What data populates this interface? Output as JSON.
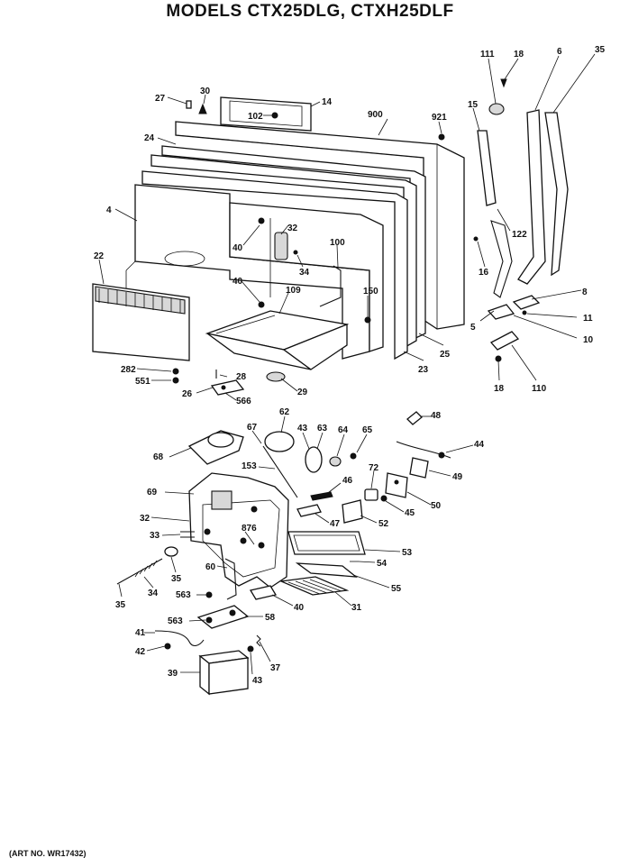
{
  "title": "MODELS CTX25DLG, CTXH25DLF",
  "art_number": "(ART NO. WR17432)",
  "callouts": [
    "27",
    "30",
    "14",
    "102",
    "900",
    "921",
    "111",
    "18",
    "6",
    "35",
    "15",
    "24",
    "4",
    "122",
    "40",
    "32",
    "16",
    "100",
    "34",
    "8",
    "22",
    "40",
    "109",
    "150",
    "5",
    "11",
    "10",
    "25",
    "23",
    "282",
    "28",
    "551",
    "26",
    "566",
    "29",
    "18",
    "110",
    "62",
    "48",
    "67",
    "43",
    "63",
    "64",
    "65",
    "44",
    "68",
    "153",
    "72",
    "49",
    "46",
    "50",
    "69",
    "45",
    "47",
    "52",
    "32",
    "876",
    "33",
    "53",
    "35",
    "60",
    "54",
    "34",
    "55",
    "35",
    "40",
    "31",
    "563",
    "58",
    "563",
    "41",
    "42",
    "37",
    "39",
    "43"
  ]
}
